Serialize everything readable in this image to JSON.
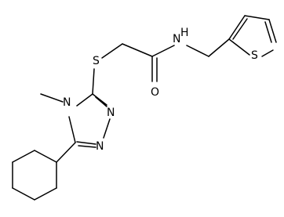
{
  "molecule": {
    "atoms": {
      "sulfur_thioether": "S",
      "oxygen_carbonyl": "O",
      "nitrogen_amide": "N",
      "hydrogen_amide": "H",
      "sulfur_thiophene": "S",
      "nitrogen_methyl": "N",
      "nitrogen_ring_upper": "N",
      "nitrogen_ring_lower": "N"
    }
  },
  "colors": {
    "bond": "#000000",
    "background": "#ffffff"
  }
}
